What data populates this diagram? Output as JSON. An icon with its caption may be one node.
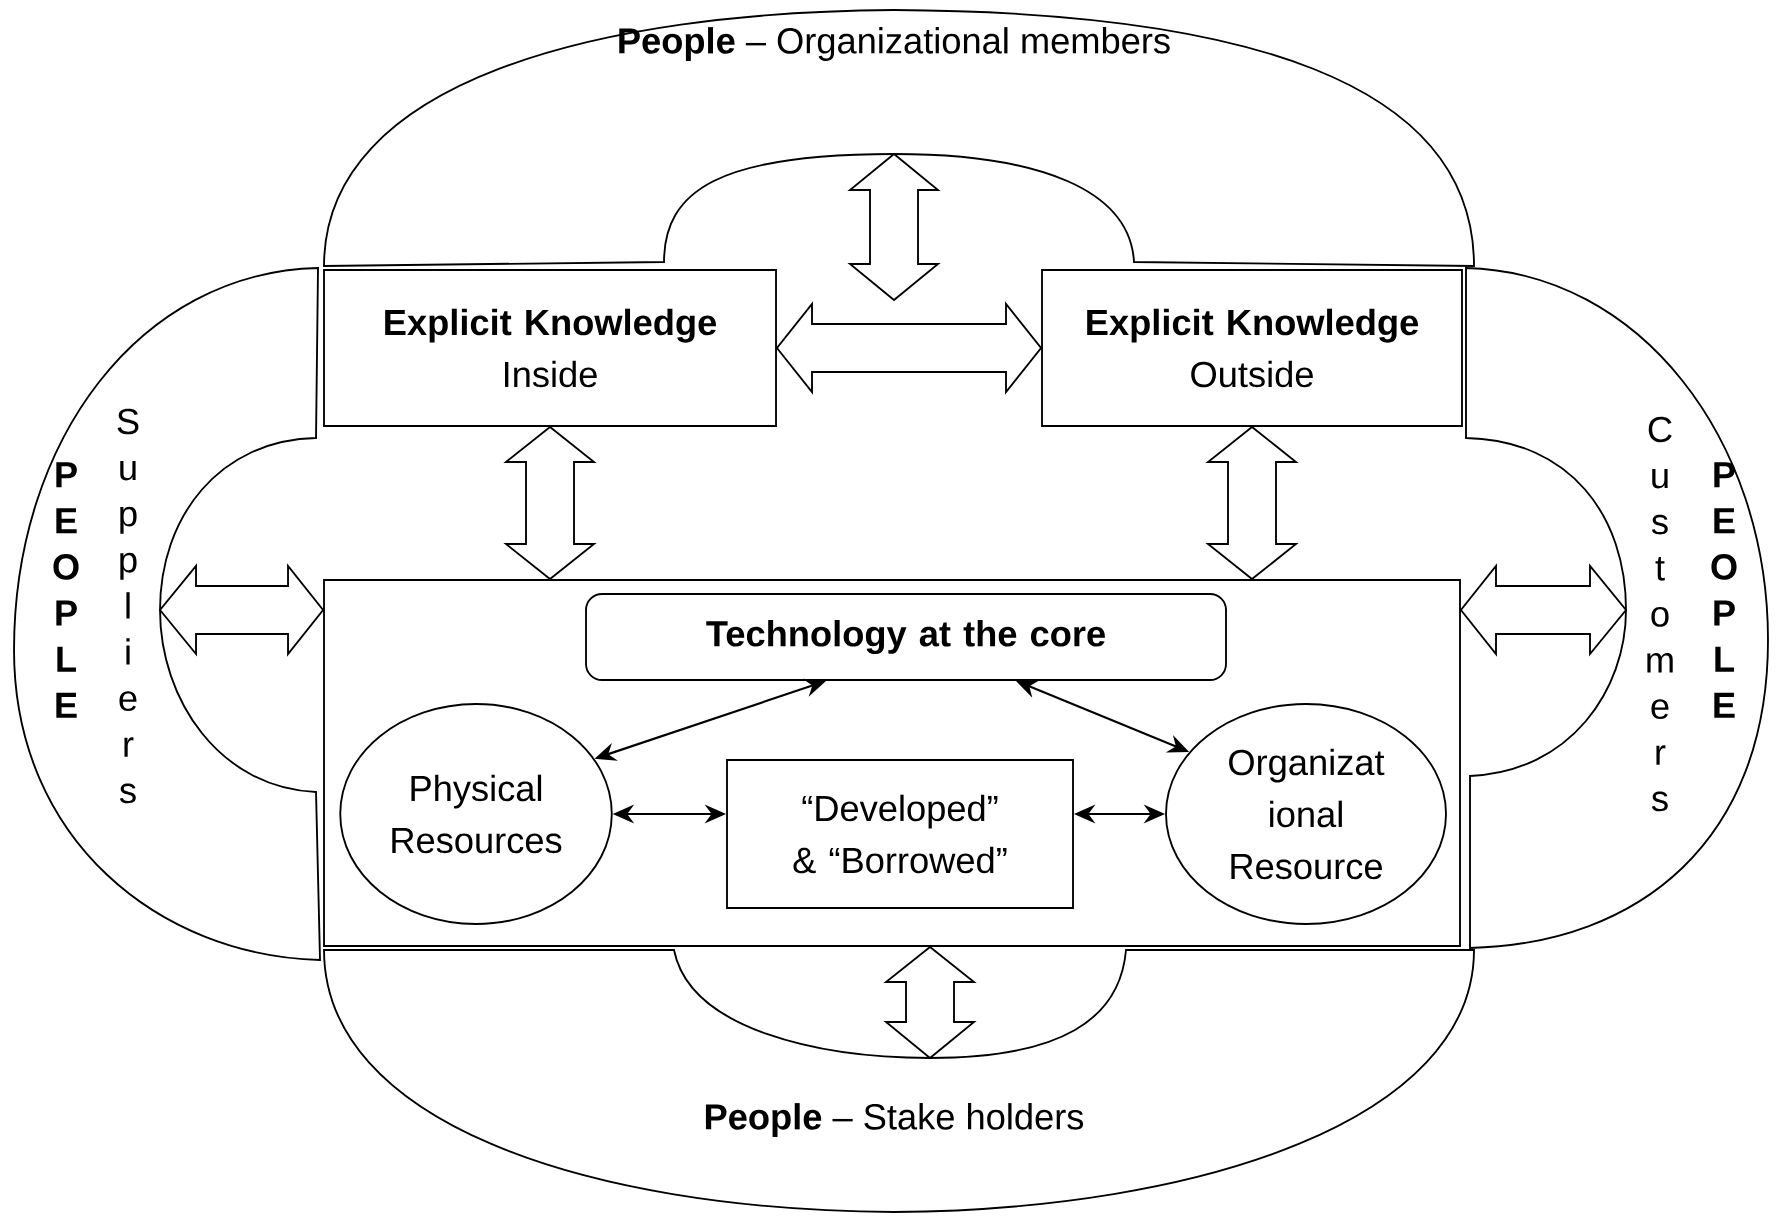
{
  "diagram": {
    "nodes": [
      {
        "text": [
          "**People** – Organizational members"
        ]
      },
      {
        "text": [
          "PEOPLE",
          "Suppliers"
        ]
      },
      {
        "text": [
          "Customers",
          "PEOPLE"
        ]
      },
      {
        "text": [
          "**People** – Stake holders"
        ]
      },
      {
        "text": [
          "Explicit Knowledge",
          "Inside"
        ]
      },
      {
        "text": [
          "Explicit Knowledge",
          "Outside"
        ]
      },
      {
        "text": [],
        "shape": "box"
      },
      {
        "text": [
          "Technology at the core"
        ],
        "in": 6
      },
      {
        "text": [
          "Physical Resources"
        ],
        "in": 6
      },
      {
        "text": [
          "“Developed” & “Borrowed”"
        ],
        "in": 6
      },
      {
        "text": [
          "Organizat ional Resource"
        ],
        "in": 6
      }
    ],
    "edges": [
      {
        "from": 0,
        "to": null,
        "arrow": "both",
        "style": "thick"
      },
      {
        "from": 4,
        "to": 5,
        "arrow": "both",
        "style": "thick"
      },
      {
        "from": 4,
        "to": 6,
        "arrow": "both",
        "style": "thick"
      },
      {
        "from": 5,
        "to": 6,
        "arrow": "both",
        "style": "thick"
      },
      {
        "from": 1,
        "to": 6,
        "arrow": "both",
        "style": "thick"
      },
      {
        "from": 6,
        "to": 2,
        "arrow": "both",
        "style": "thick"
      },
      {
        "from": 6,
        "to": 3,
        "arrow": "both",
        "style": "thick"
      },
      {
        "from": 8,
        "to": 7,
        "arrow": "both"
      },
      {
        "from": 7,
        "to": 10,
        "arrow": "both"
      },
      {
        "from": 8,
        "to": 9,
        "arrow": "both"
      },
      {
        "from": 9,
        "to": 10,
        "arrow": "both"
      }
    ]
  }
}
